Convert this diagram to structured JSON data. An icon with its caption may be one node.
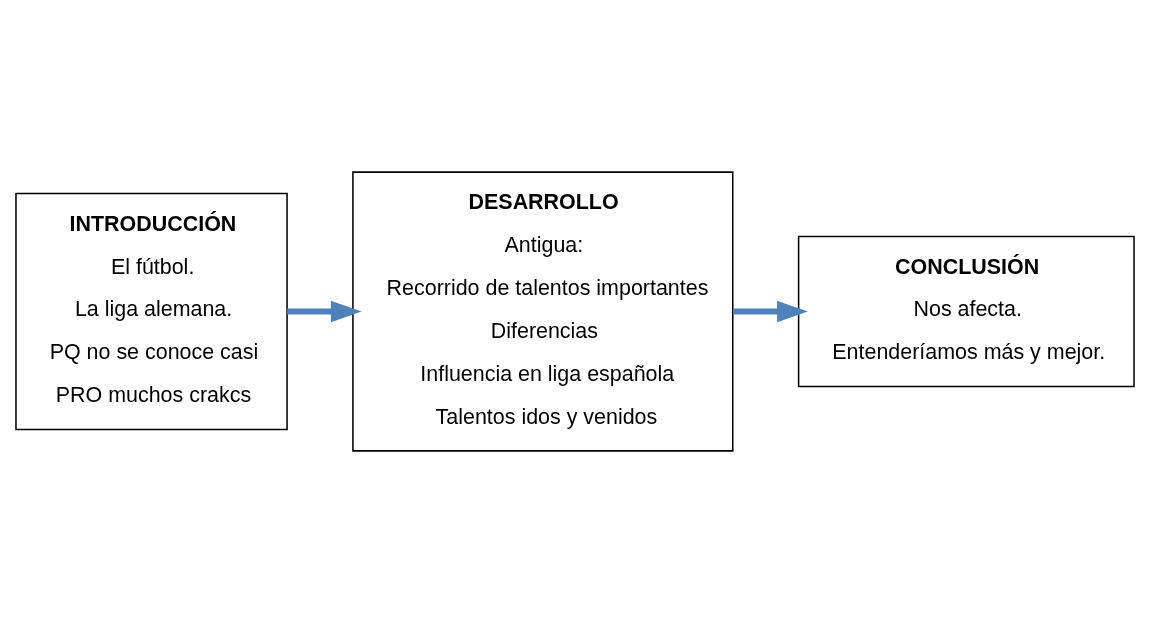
{
  "diagram": {
    "nodes": [
      {
        "text": [
          "INTRODUCCIÓN",
          "El fútbol.",
          "La liga alemana.",
          "PQ no se conoce casi",
          "PRO muchos crakcs"
        ]
      },
      {
        "text": [
          "DESARROLLO",
          "Antigua:",
          "Recorrido de talentos importantes",
          "Diferencias",
          "Influencia en liga española",
          "Talentos idos y venidos"
        ]
      },
      {
        "text": [
          "CONCLUSIÓN",
          "Nos afecta.",
          "Entenderíamos más y mejor."
        ]
      }
    ],
    "edges": [
      {
        "from": 0,
        "to": 1,
        "arrow": "to"
      },
      {
        "from": 1,
        "to": 2,
        "arrow": "to"
      }
    ]
  }
}
